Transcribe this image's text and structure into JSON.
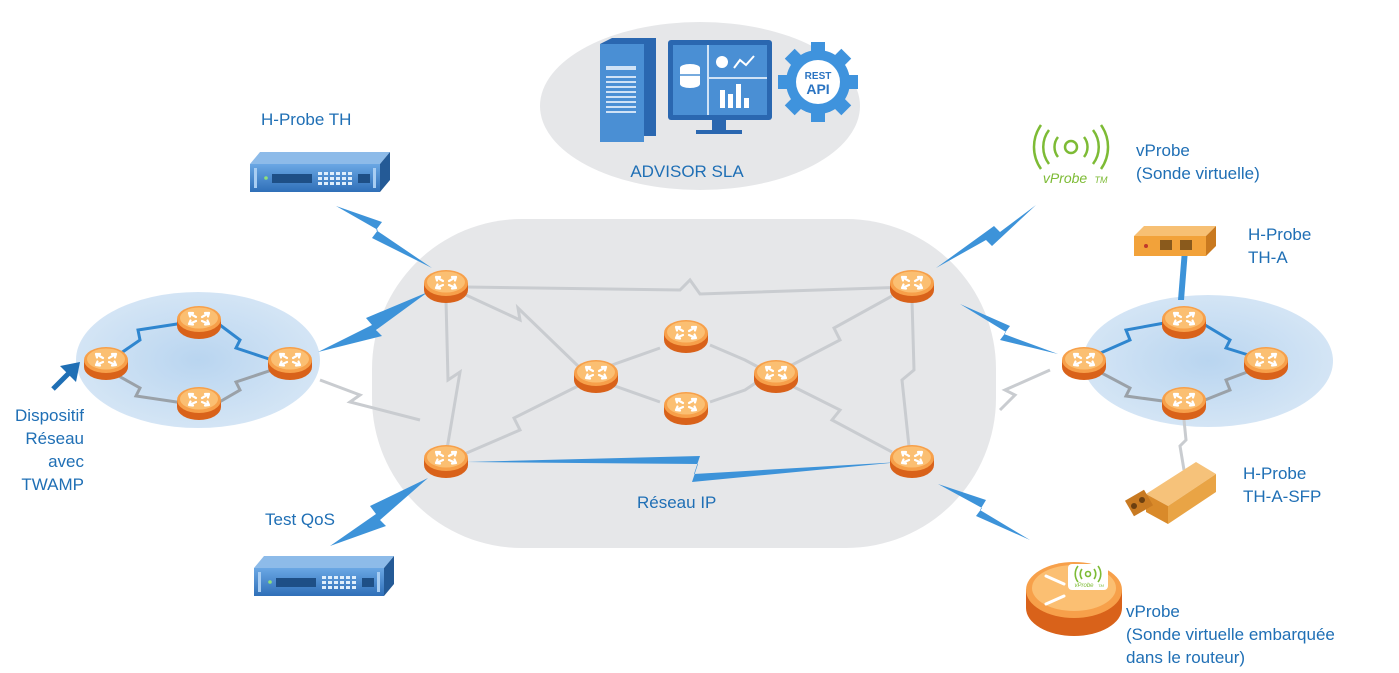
{
  "labels": {
    "advisor": "ADVISOR SLA",
    "rest_line1": "REST",
    "rest_line2": "API",
    "hprobe_th": "H-Probe TH",
    "vprobe_top": [
      "vProbe",
      "(Sonde virtuelle)"
    ],
    "vprobe_logo": "vProbe",
    "vprobe_tm": "TM",
    "hprobe_tha": [
      "H-Probe",
      "TH-A"
    ],
    "dispositif": [
      "Dispositif",
      "Réseau",
      "avec",
      "TWAMP"
    ],
    "test_qos": "Test QoS",
    "reseau_ip": "Réseau IP",
    "hprobe_sfp": [
      "H-Probe",
      "TH-A-SFP"
    ],
    "vprobe_bottom": [
      "vProbe",
      "(Sonde virtuelle embarquée",
      "dans le routeur)"
    ]
  },
  "colors": {
    "text_blue": "#1f6fb5",
    "link_blue": "#2f8fd6",
    "link_gray": "#c4c8cc",
    "cloud_gray": "#e4e5e7",
    "site_blue": "#cfe2f4",
    "router_orange": "#f47b20",
    "vprobe_green": "#7dbb35",
    "server_blue": "#4a8fd4"
  }
}
